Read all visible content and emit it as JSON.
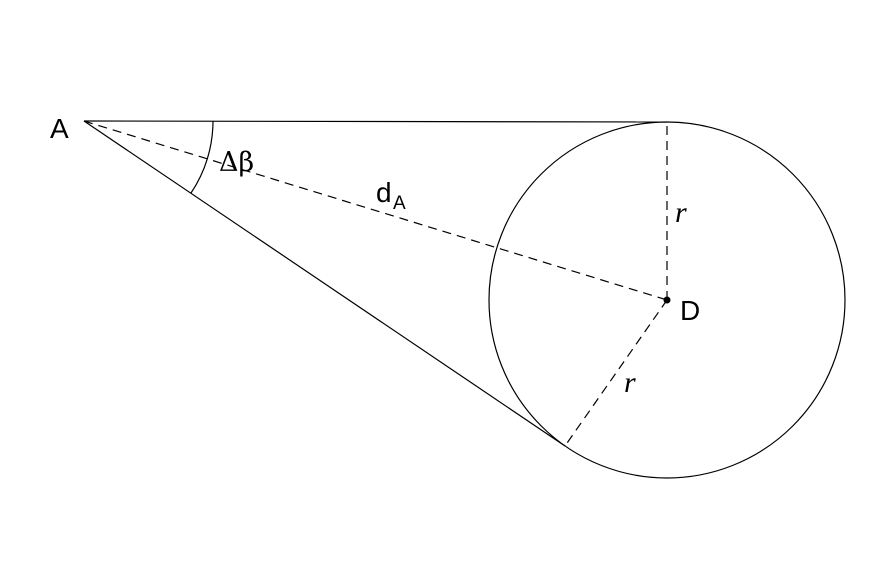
{
  "labels": {
    "point_a": "A",
    "point_d": "D",
    "distance_main": "d",
    "distance_sub": "A",
    "angle": "Δβ",
    "radius_top": "r",
    "radius_bottom": "r"
  },
  "colors": {
    "stroke": "#000000",
    "background": "#ffffff"
  }
}
